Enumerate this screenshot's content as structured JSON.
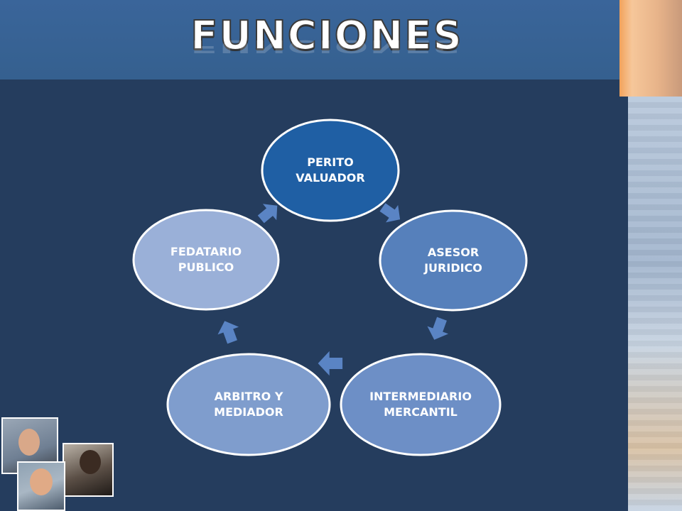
{
  "slide": {
    "title": "FUNCIONES"
  },
  "diagram": {
    "nodes": [
      {
        "id": "perito-valuador",
        "label": "PERITO\nVALUADOR",
        "fill": "#1f5fa4"
      },
      {
        "id": "asesor-juridico",
        "label": "ASESOR\nJURIDICO",
        "fill": "#5680bb"
      },
      {
        "id": "intermediario-mercantil",
        "label": "INTERMEDIARIO\nMERCANTIL",
        "fill": "#6d8fc6"
      },
      {
        "id": "arbitro-mediador",
        "label": "ARBITRO Y\nMEDIADOR",
        "fill": "#7f9dcd"
      },
      {
        "id": "fedatario-publico",
        "label": "FEDATARIO\nPUBLICO",
        "fill": "#9ab0d8"
      }
    ],
    "connector_color": "#5a84c4",
    "stroke_color": "#ffffff"
  },
  "colors": {
    "background": "#253d5e",
    "header": "#3a659a"
  }
}
